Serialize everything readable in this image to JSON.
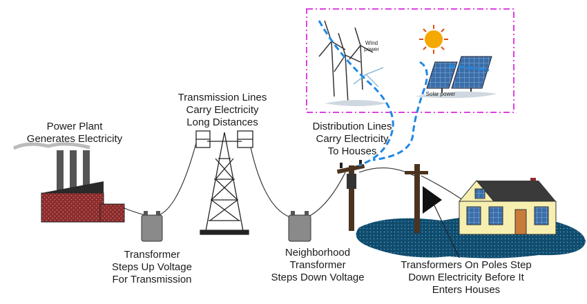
{
  "labels": {
    "power_plant": [
      "Power Plant",
      "Generates Electricity"
    ],
    "transmission_lines": [
      "Transmission Lines",
      "Carry Electricity",
      "Long Distances"
    ],
    "distribution_lines": [
      "Distribution Lines",
      "Carry Electricity",
      "To Houses"
    ],
    "step_up_transformer": [
      "Transformer",
      "Steps Up Voltage",
      "For Transmission"
    ],
    "neighborhood_transformer": [
      "Neighborhood",
      "Transformer",
      "Steps Down Voltage"
    ],
    "pole_transformers": [
      "Transformers On Poles Step",
      "Down Electricity Before It",
      "Enters Houses"
    ],
    "wind_power": [
      "Wind",
      "power"
    ],
    "solar_power": "Solar power"
  },
  "colors": {
    "renewables_box_border": "#e040e0",
    "renewable_feed_line": "#1e88e5",
    "factory_brick": "#8b2b2b",
    "ground": "#0f4c6e",
    "house_wall": "#f6efb0",
    "roof": "#3a3a3a",
    "sun": "#f5a800"
  },
  "icons": [
    "factory-icon",
    "transformer-icon",
    "transmission-tower-icon",
    "utility-pole-icon",
    "house-icon",
    "wind-turbine-icon",
    "solar-panel-icon",
    "sun-icon"
  ]
}
